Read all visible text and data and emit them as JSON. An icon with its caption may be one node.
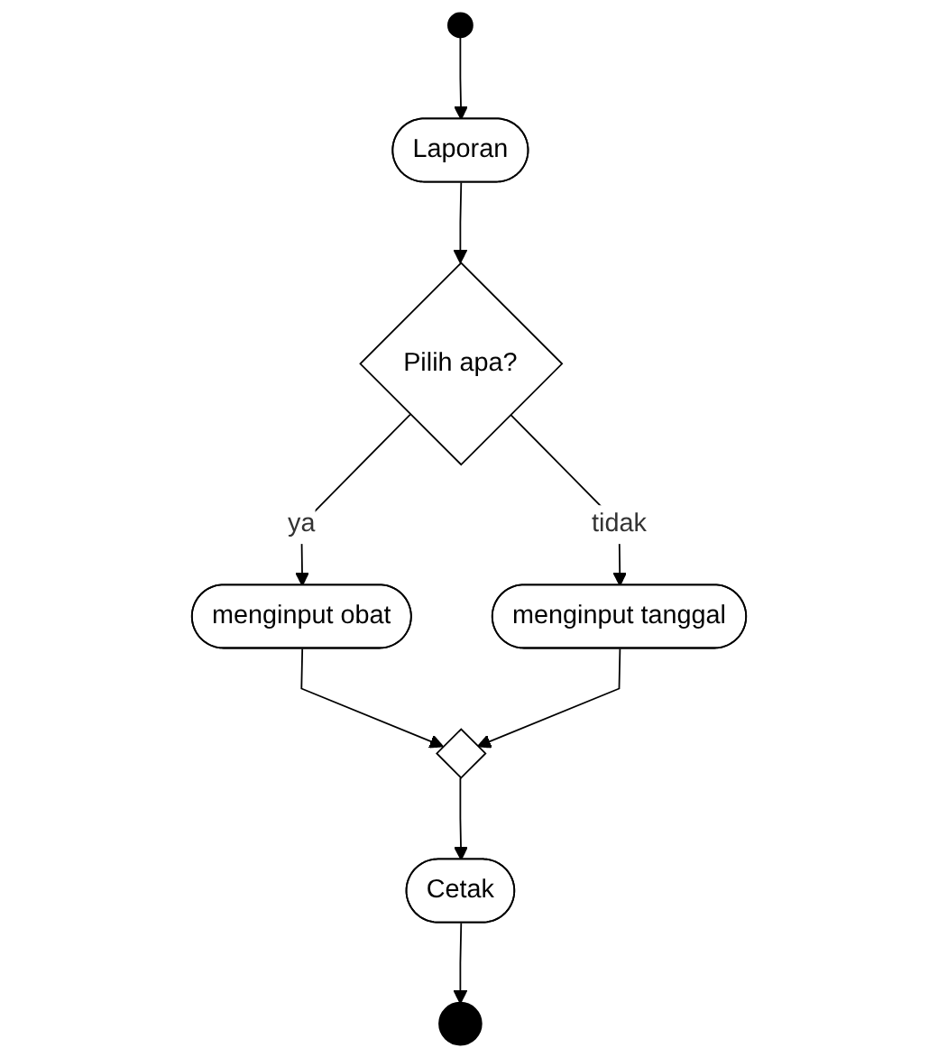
{
  "diagram": {
    "nodes": [
      {
        "text": [],
        "shape": "circle"
      },
      {
        "text": [
          "Laporan"
        ]
      },
      {
        "text": [
          "Pilih apa?"
        ]
      },
      {
        "text": [
          "menginput obat"
        ]
      },
      {
        "text": [
          "menginput tanggal"
        ]
      },
      {
        "text": [],
        "shape": "diamond"
      },
      {
        "text": [
          "Cetak"
        ]
      },
      {
        "text": [],
        "shape": "circle"
      }
    ],
    "edges": [
      {
        "from": 0,
        "to": 1,
        "arrow": "to"
      },
      {
        "from": 1,
        "to": 2,
        "arrow": "to"
      },
      {
        "from": 2,
        "to": 3,
        "label": "ya",
        "arrow": "to"
      },
      {
        "from": 2,
        "to": 4,
        "label": "tidak",
        "arrow": "to"
      },
      {
        "from": 3,
        "to": 5,
        "arrow": "to"
      },
      {
        "from": 4,
        "to": 5,
        "arrow": "to"
      },
      {
        "from": 5,
        "to": 6,
        "arrow": "to"
      },
      {
        "from": 6,
        "to": 7,
        "arrow": "to"
      }
    ]
  }
}
